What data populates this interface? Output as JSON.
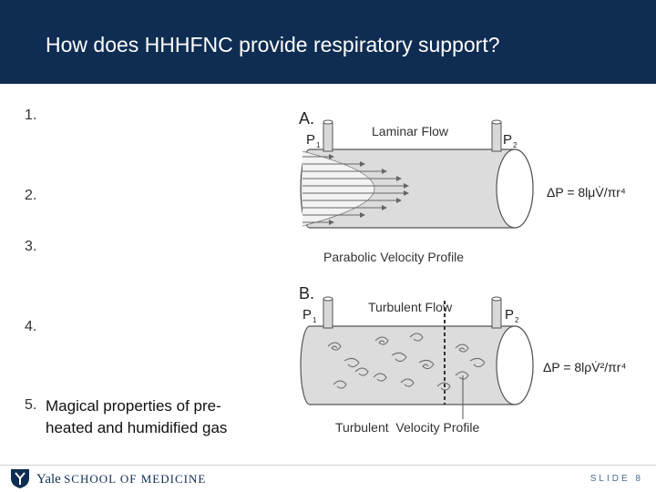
{
  "header": {
    "title": "How does HHHFNC provide respiratory support?"
  },
  "list": [
    {
      "number": "1.",
      "text": ""
    },
    {
      "number": "2.",
      "text": ""
    },
    {
      "number": "3.",
      "text": ""
    },
    {
      "number": "4.",
      "text": ""
    },
    {
      "number": "5.",
      "text_line1": "Magical properties of pre-",
      "text_line2": "heated and humidified gas"
    }
  ],
  "diagram": {
    "panel_a": {
      "letter": "A.",
      "title": "Laminar Flow",
      "p1_label": "P",
      "p1_sub": "1",
      "p2_label": "P",
      "p2_sub": "2",
      "equation": "ΔP = 8lμV̇/πr⁴",
      "caption": "Parabolic Velocity Profile"
    },
    "panel_b": {
      "letter": "B.",
      "title": "Turbulent Flow",
      "p1_label": "P",
      "p1_sub": "1",
      "p2_label": "P",
      "p2_sub": "2",
      "equation": "ΔP = 8lρV̇²/πr⁴",
      "caption": "Turbulent  Velocity Profile"
    }
  },
  "footer": {
    "logo_yale": "Yale",
    "logo_school": "SCHOOL OF MEDICINE",
    "slide_label": "SLIDE 8"
  },
  "colors": {
    "header_bg": "#0f2d52",
    "tube_fill": "#dcdcdc",
    "tube_stroke": "#555555"
  }
}
